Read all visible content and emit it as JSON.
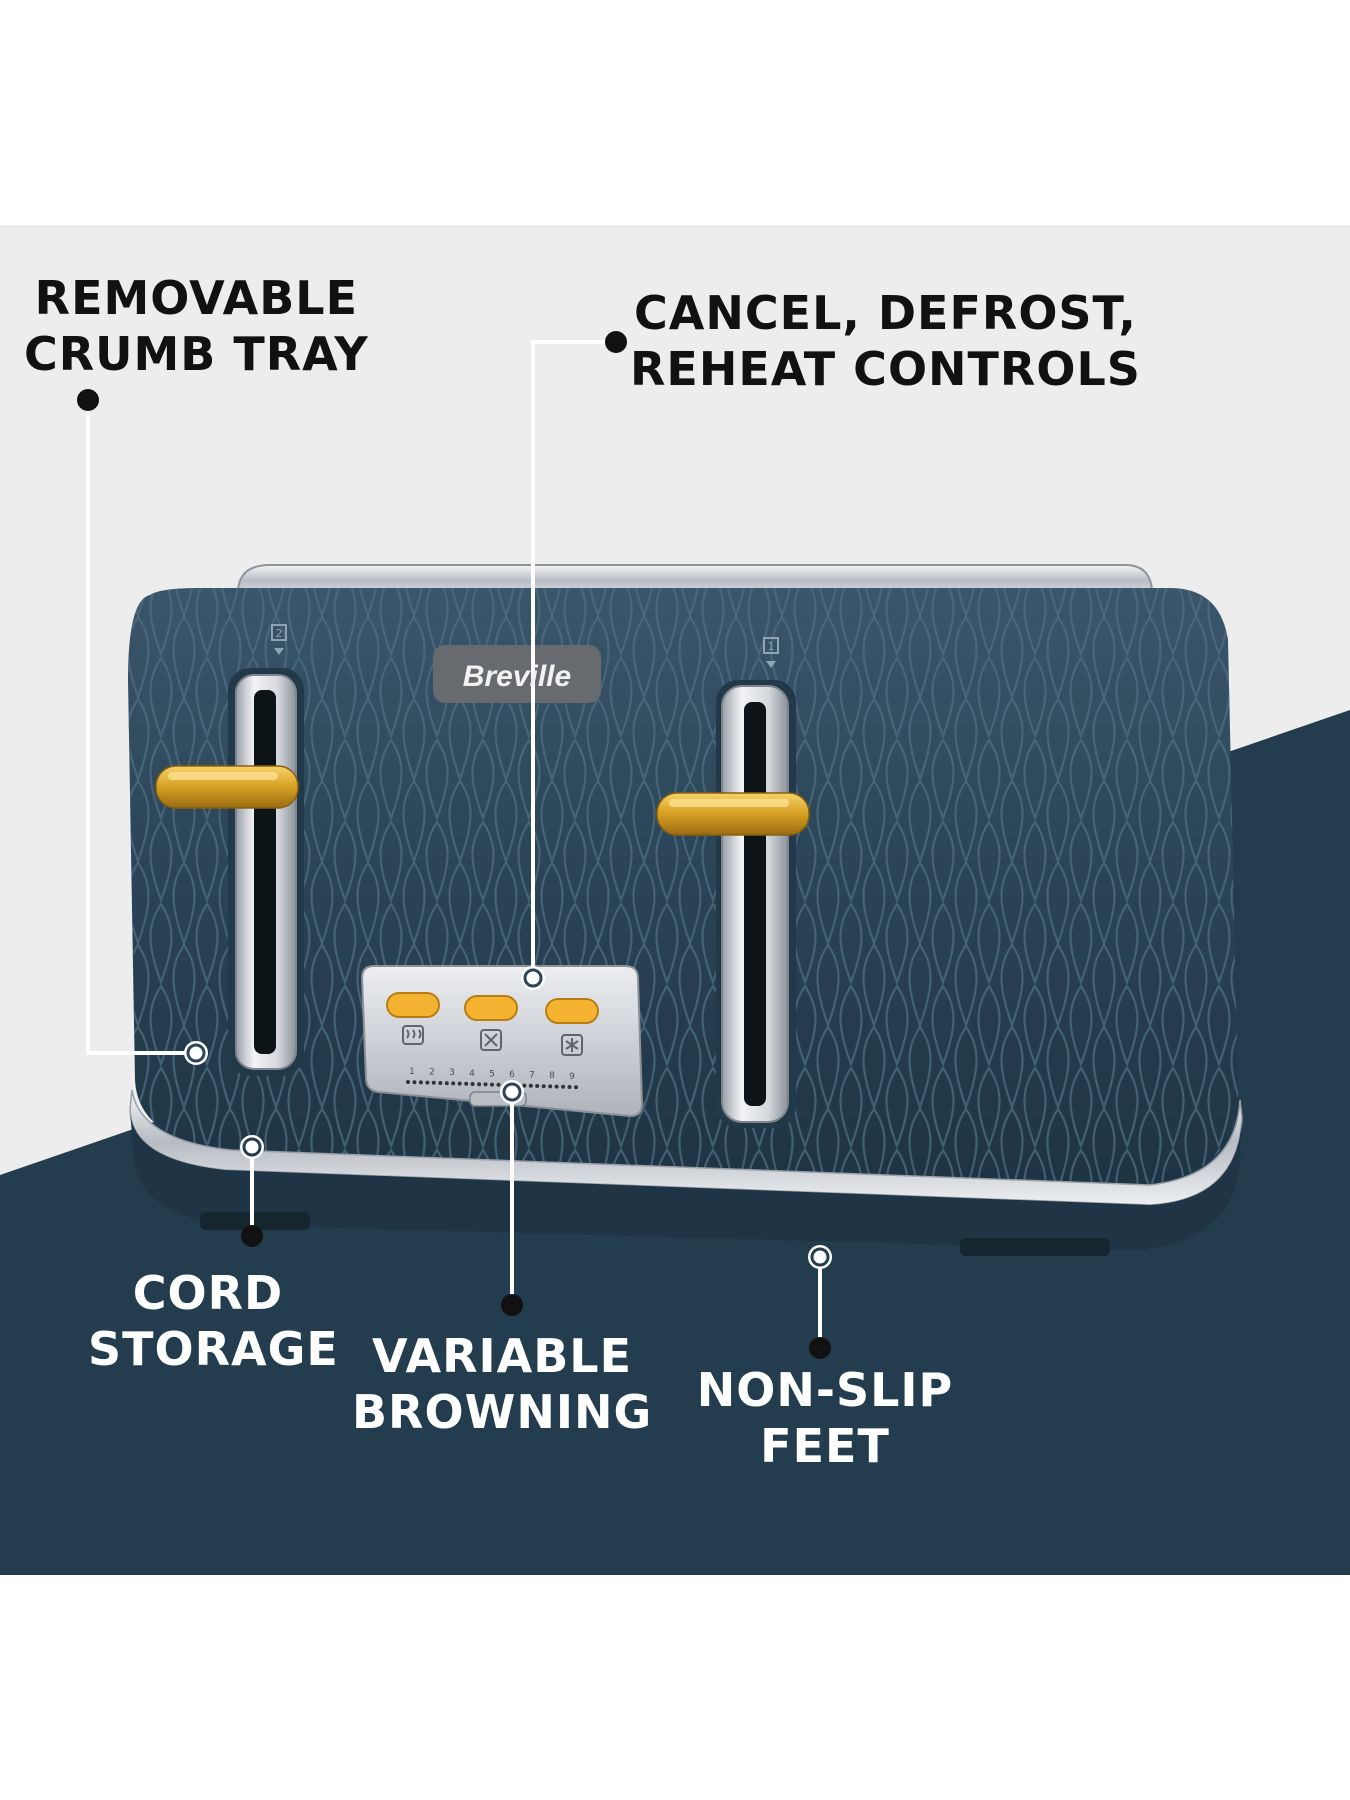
{
  "colors": {
    "background_top": "#ededed",
    "background_bottom": "#233d4f",
    "toaster_body": "#2c4558",
    "chrome": "#cfd3d8",
    "gold": "#d9a526",
    "button_amber": "#f3b331"
  },
  "brand": {
    "logo_text": "Breville"
  },
  "control_panel": {
    "icons": [
      "reheat-icon",
      "cancel-icon",
      "defrost-icon"
    ],
    "browning_scale": [
      "1",
      "2",
      "3",
      "4",
      "5",
      "6",
      "7",
      "8",
      "9"
    ]
  },
  "slots": {
    "left_icon_number": "2",
    "right_icon_number": "1"
  },
  "callouts": {
    "crumb_tray": [
      "REMOVABLE",
      "CRUMB TRAY"
    ],
    "controls": [
      "CANCEL, DEFROST,",
      "REHEAT CONTROLS"
    ],
    "cord_storage": [
      "CORD",
      "STORAGE"
    ],
    "variable_browning": [
      "VARIABLE",
      "BROWNING"
    ],
    "non_slip_feet": [
      "NON-SLIP",
      "FEET"
    ]
  }
}
